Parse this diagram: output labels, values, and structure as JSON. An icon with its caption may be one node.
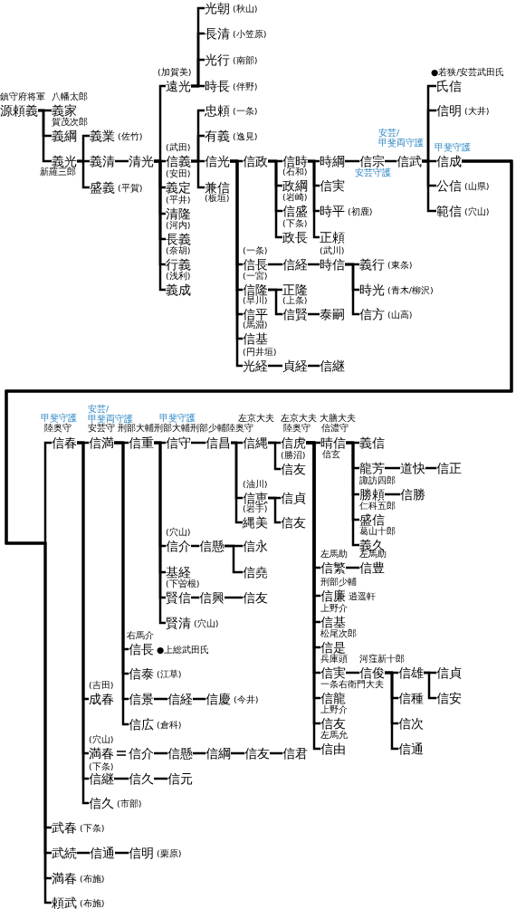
{
  "diagram": {
    "nodes": [
      {
        "text": [
          "源頼義"
        ],
        "beside": [
          "鎮守府将軍"
        ]
      },
      {
        "text": [
          "義家"
        ],
        "beside": [
          "八幡太郎"
        ]
      },
      {
        "text": [
          "義綱"
        ],
        "beside": [
          "賀茂次郎"
        ]
      },
      {
        "text": [
          "義光"
        ],
        "beside": [
          "新羅三郎"
        ]
      },
      {
        "text": [
          "義業"
        ],
        "beside": [
          "(佐竹)"
        ]
      },
      {
        "text": [
          "義清"
        ]
      },
      {
        "text": [
          "盛義"
        ],
        "beside": [
          "(平賀)"
        ]
      },
      {
        "text": [
          "清光"
        ]
      },
      {
        "text": [
          "遠光"
        ],
        "beside": [
          "(加賀美)"
        ]
      },
      {
        "text": [
          "信義"
        ],
        "beside": [
          "(武田)"
        ]
      },
      {
        "text": [
          "義定"
        ],
        "beside": [
          "(安田)"
        ]
      },
      {
        "text": [
          "清隆"
        ],
        "beside": [
          "(平井)"
        ]
      },
      {
        "text": [
          "長義"
        ],
        "beside": [
          "(河内)"
        ]
      },
      {
        "text": [
          "行義"
        ],
        "beside": [
          "(奈胡)"
        ]
      },
      {
        "text": [
          "義成"
        ],
        "beside": [
          "(浅利)"
        ]
      },
      {
        "text": [
          "光朝"
        ],
        "beside": [
          "(秋山)"
        ]
      },
      {
        "text": [
          "長清"
        ],
        "beside": [
          "(小笠原)"
        ]
      },
      {
        "text": [
          "光行"
        ],
        "beside": [
          "(南部)"
        ]
      },
      {
        "text": [
          "時長"
        ],
        "beside": [
          "(伴野)"
        ]
      },
      {
        "text": [
          "忠頼"
        ],
        "beside": [
          "(一条)"
        ]
      },
      {
        "text": [
          "有義"
        ],
        "beside": [
          "(逸見)"
        ]
      },
      {
        "text": [
          "信光"
        ]
      },
      {
        "text": [
          "兼信"
        ],
        "beside": [
          "(板垣)"
        ]
      },
      {
        "text": [
          "信政"
        ]
      },
      {
        "text": [
          "信長"
        ],
        "beside": [
          "(一条)"
        ]
      },
      {
        "text": [
          "信隆"
        ],
        "beside": [
          "(一宮)"
        ]
      },
      {
        "text": [
          "信平"
        ],
        "beside": [
          "(早川)"
        ]
      },
      {
        "text": [
          "信基"
        ],
        "beside": [
          "(馬淵)"
        ]
      },
      {
        "text": [
          "光経"
        ],
        "beside": [
          "(円井垣)"
        ]
      },
      {
        "text": [
          "信時"
        ]
      },
      {
        "text": [
          "政綱"
        ],
        "beside": [
          "(石和)"
        ]
      },
      {
        "text": [
          "信盛"
        ],
        "beside": [
          "(岩崎)"
        ]
      },
      {
        "text": [
          "政長"
        ],
        "beside": [
          "(下条)"
        ]
      },
      {
        "text": [
          "時綱"
        ]
      },
      {
        "text": [
          "信実"
        ]
      },
      {
        "text": [
          "時平"
        ],
        "beside": [
          "(初鹿)"
        ]
      },
      {
        "text": [
          "正頼"
        ]
      },
      {
        "text": [
          "信宗"
        ],
        "beside": [
          "安芸守護"
        ]
      },
      {
        "text": [
          "信武"
        ],
        "beside": [
          "安芸/甲斐両守護"
        ]
      },
      {
        "text": [
          "氏信"
        ],
        "beside": [
          "●若狭/安芸武田氏"
        ]
      },
      {
        "text": [
          "信明"
        ],
        "beside": [
          "(大井)"
        ]
      },
      {
        "text": [
          "信成"
        ],
        "beside": [
          "甲斐守護"
        ]
      },
      {
        "text": [
          "公信"
        ],
        "beside": [
          "(山県)"
        ]
      },
      {
        "text": [
          "範信"
        ],
        "beside": [
          "(穴山)"
        ]
      },
      {
        "text": [
          "信経"
        ]
      },
      {
        "text": [
          "時信"
        ],
        "beside": [
          "(武川)"
        ]
      },
      {
        "text": [
          "義行"
        ],
        "beside": [
          "(東条)"
        ]
      },
      {
        "text": [
          "時光"
        ],
        "beside": [
          "(青木/柳沢)"
        ]
      },
      {
        "text": [
          "信方"
        ],
        "beside": [
          "(山高)"
        ]
      },
      {
        "text": [
          "正隆"
        ]
      },
      {
        "text": [
          "信賢"
        ],
        "beside": [
          "(上条)"
        ]
      },
      {
        "text": [
          "泰嗣"
        ]
      },
      {
        "text": [
          "貞経"
        ]
      },
      {
        "text": [
          "信継"
        ]
      },
      {
        "text": [
          "信春"
        ],
        "beside": [
          "甲斐守護",
          "陸奥守"
        ]
      },
      {
        "text": [
          "信満"
        ],
        "beside": [
          "安芸/甲斐両守護",
          "安芸守"
        ]
      },
      {
        "text": [
          "信重"
        ],
        "beside": [
          "刑部大輔"
        ]
      },
      {
        "text": [
          "信守"
        ],
        "beside": [
          "甲斐守護",
          "刑部大輔"
        ]
      },
      {
        "text": [
          "信昌"
        ],
        "beside": [
          "刑部少輔"
        ]
      },
      {
        "text": [
          "信縄"
        ],
        "beside": [
          "左京大夫",
          "陸奥守"
        ]
      },
      {
        "text": [
          "信虎"
        ],
        "beside": [
          "左京大夫",
          "陸奥守"
        ]
      },
      {
        "text": [
          "晴信"
        ],
        "beside": [
          "大膳大夫",
          "信濃守",
          "信玄"
        ]
      },
      {
        "text": [
          "義信"
        ]
      },
      {
        "text": [
          "龍芳"
        ]
      },
      {
        "text": [
          "道快"
        ]
      },
      {
        "text": [
          "信正"
        ]
      },
      {
        "text": [
          "勝頼"
        ],
        "beside": [
          "諏訪四郎"
        ]
      },
      {
        "text": [
          "信勝"
        ]
      },
      {
        "text": [
          "盛信"
        ],
        "beside": [
          "仁科五郎"
        ]
      },
      {
        "text": [
          "義久"
        ],
        "beside": [
          "葛山十郎"
        ]
      },
      {
        "text": [
          "信友"
        ],
        "beside": [
          "(勝沼)"
        ]
      },
      {
        "text": [
          "信恵"
        ],
        "beside": [
          "(油川)"
        ]
      },
      {
        "text": [
          "信貞"
        ]
      },
      {
        "text": [
          "縄美"
        ],
        "beside": [
          "(岩手)"
        ]
      },
      {
        "text": [
          "信友"
        ]
      },
      {
        "text": [
          "信介"
        ],
        "beside": [
          "(穴山)"
        ]
      },
      {
        "text": [
          "信懸"
        ]
      },
      {
        "text": [
          "信永"
        ]
      },
      {
        "text": [
          "信堯"
        ]
      },
      {
        "text": [
          "基経"
        ]
      },
      {
        "text": [
          "賢信"
        ],
        "beside": [
          "(下曽根)"
        ]
      },
      {
        "text": [
          "信興"
        ]
      },
      {
        "text": [
          "信友"
        ]
      },
      {
        "text": [
          "賢清"
        ],
        "beside": [
          "(穴山)"
        ]
      },
      {
        "text": [
          "信繁"
        ],
        "beside": [
          "左馬助"
        ]
      },
      {
        "text": [
          "信豊"
        ],
        "beside": [
          "左馬助"
        ]
      },
      {
        "text": [
          "信廉"
        ],
        "beside": [
          "刑部少輔",
          "逍遥軒"
        ]
      },
      {
        "text": [
          "信基"
        ],
        "beside": [
          "上野介"
        ]
      },
      {
        "text": [
          "信是"
        ],
        "beside": [
          "松尾次郎"
        ]
      },
      {
        "text": [
          "信実"
        ],
        "beside": [
          "兵庫頭"
        ]
      },
      {
        "text": [
          "信俊"
        ],
        "beside": [
          "河窪新十郎"
        ]
      },
      {
        "text": [
          "信雄"
        ]
      },
      {
        "text": [
          "信貞"
        ]
      },
      {
        "text": [
          "信安"
        ]
      },
      {
        "text": [
          "信種"
        ]
      },
      {
        "text": [
          "信龍"
        ],
        "beside": [
          "一条右衛門大夫"
        ]
      },
      {
        "text": [
          "信友"
        ],
        "beside": [
          "上野介"
        ]
      },
      {
        "text": [
          "信次"
        ]
      },
      {
        "text": [
          "信由"
        ],
        "beside": [
          "左馬允"
        ]
      },
      {
        "text": [
          "信通"
        ]
      },
      {
        "text": [
          "信長"
        ],
        "beside": [
          "右馬介",
          "●上総武田氏"
        ]
      },
      {
        "text": [
          "信泰"
        ],
        "beside": [
          "(江草)"
        ]
      },
      {
        "text": [
          "成春"
        ],
        "beside": [
          "(吉田)"
        ]
      },
      {
        "text": [
          "信景"
        ]
      },
      {
        "text": [
          "信経"
        ]
      },
      {
        "text": [
          "信慶"
        ],
        "beside": [
          "(今井)"
        ]
      },
      {
        "text": [
          "信広"
        ],
        "beside": [
          "(倉科)"
        ]
      },
      {
        "text": [
          "満春"
        ],
        "beside": [
          "(穴山)"
        ]
      },
      {
        "text": [
          "信介"
        ]
      },
      {
        "text": [
          "信懸"
        ]
      },
      {
        "text": [
          "信綱"
        ]
      },
      {
        "text": [
          "信友"
        ]
      },
      {
        "text": [
          "信君"
        ]
      },
      {
        "text": [
          "信継"
        ],
        "beside": [
          "(下条)"
        ]
      },
      {
        "text": [
          "信久"
        ]
      },
      {
        "text": [
          "信元"
        ]
      },
      {
        "text": [
          "信久"
        ],
        "beside": [
          "(市部)"
        ]
      },
      {
        "text": [
          "武春"
        ],
        "beside": [
          "(下条)"
        ]
      },
      {
        "text": [
          "武続"
        ]
      },
      {
        "text": [
          "信通"
        ]
      },
      {
        "text": [
          "信明"
        ],
        "beside": [
          "(栗原)"
        ]
      },
      {
        "text": [
          "満春"
        ],
        "beside": [
          "(布施)"
        ]
      },
      {
        "text": [
          "頼武"
        ],
        "beside": [
          "(布施)"
        ]
      }
    ],
    "edges": [
      {
        "from": 0,
        "to": 1,
        "arrow": "none"
      },
      {
        "from": 0,
        "to": 2,
        "arrow": "none"
      },
      {
        "from": 0,
        "to": 3,
        "arrow": "none"
      },
      {
        "from": 3,
        "to": 4,
        "arrow": "none"
      },
      {
        "from": 3,
        "to": 5,
        "arrow": "none"
      },
      {
        "from": 3,
        "to": 6,
        "arrow": "none"
      },
      {
        "from": 5,
        "to": 7,
        "arrow": "none"
      },
      {
        "from": 7,
        "to": 8,
        "arrow": "none"
      },
      {
        "from": 7,
        "to": 9,
        "arrow": "none"
      },
      {
        "from": 7,
        "to": 10,
        "arrow": "none"
      },
      {
        "from": 7,
        "to": 11,
        "arrow": "none"
      },
      {
        "from": 7,
        "to": 12,
        "arrow": "none"
      },
      {
        "from": 7,
        "to": 13,
        "arrow": "none"
      },
      {
        "from": 7,
        "to": 14,
        "arrow": "none"
      },
      {
        "from": 8,
        "to": 15,
        "arrow": "none"
      },
      {
        "from": 8,
        "to": 16,
        "arrow": "none"
      },
      {
        "from": 8,
        "to": 17,
        "arrow": "none"
      },
      {
        "from": 8,
        "to": 18,
        "arrow": "none"
      },
      {
        "from": 9,
        "to": 19,
        "arrow": "none"
      },
      {
        "from": 9,
        "to": 20,
        "arrow": "none"
      },
      {
        "from": 9,
        "to": 21,
        "arrow": "none"
      },
      {
        "from": 9,
        "to": 22,
        "arrow": "none"
      },
      {
        "from": 21,
        "to": 23,
        "arrow": "none"
      },
      {
        "from": 21,
        "to": 24,
        "arrow": "none"
      },
      {
        "from": 21,
        "to": 25,
        "arrow": "none"
      },
      {
        "from": 21,
        "to": 26,
        "arrow": "none"
      },
      {
        "from": 21,
        "to": 27,
        "arrow": "none"
      },
      {
        "from": 21,
        "to": 28,
        "arrow": "none"
      },
      {
        "from": 23,
        "to": 29,
        "arrow": "none"
      },
      {
        "from": 23,
        "to": 30,
        "arrow": "none"
      },
      {
        "from": 23,
        "to": 31,
        "arrow": "none"
      },
      {
        "from": 23,
        "to": 32,
        "arrow": "none"
      },
      {
        "from": 29,
        "to": 33,
        "arrow": "none"
      },
      {
        "from": 29,
        "to": 34,
        "arrow": "none"
      },
      {
        "from": 29,
        "to": 35,
        "arrow": "none"
      },
      {
        "from": 29,
        "to": 36,
        "arrow": "none"
      },
      {
        "from": 33,
        "to": 37,
        "arrow": "none"
      },
      {
        "from": 37,
        "to": 38,
        "arrow": "none"
      },
      {
        "from": 38,
        "to": 39,
        "arrow": "none"
      },
      {
        "from": 38,
        "to": 40,
        "arrow": "none"
      },
      {
        "from": 38,
        "to": 41,
        "arrow": "none"
      },
      {
        "from": 38,
        "to": 42,
        "arrow": "none"
      },
      {
        "from": 38,
        "to": 43,
        "arrow": "none"
      },
      {
        "from": 24,
        "to": 44,
        "arrow": "none"
      },
      {
        "from": 44,
        "to": 45,
        "arrow": "none"
      },
      {
        "from": 45,
        "to": 46,
        "arrow": "none"
      },
      {
        "from": 45,
        "to": 47,
        "arrow": "none"
      },
      {
        "from": 45,
        "to": 48,
        "arrow": "none"
      },
      {
        "from": 25,
        "to": 49,
        "arrow": "none"
      },
      {
        "from": 25,
        "to": 50,
        "arrow": "none"
      },
      {
        "from": 50,
        "to": 51,
        "arrow": "none"
      },
      {
        "from": 28,
        "to": 52,
        "arrow": "none"
      },
      {
        "from": 52,
        "to": 53,
        "arrow": "none"
      },
      {
        "from": 41,
        "to": 54,
        "arrow": "none"
      },
      {
        "from": 41,
        "to": 117,
        "arrow": "none"
      },
      {
        "from": 41,
        "to": 118,
        "arrow": "none"
      },
      {
        "from": 41,
        "to": 121,
        "arrow": "none"
      },
      {
        "from": 41,
        "to": 122,
        "arrow": "none"
      },
      {
        "from": 54,
        "to": 55,
        "arrow": "none"
      },
      {
        "from": 54,
        "to": 102,
        "arrow": "none"
      },
      {
        "from": 54,
        "to": 107,
        "arrow": "none"
      },
      {
        "from": 54,
        "to": 113,
        "arrow": "none"
      },
      {
        "from": 54,
        "to": 116,
        "arrow": "none"
      },
      {
        "from": 55,
        "to": 56,
        "arrow": "none"
      },
      {
        "from": 55,
        "to": 100,
        "arrow": "none"
      },
      {
        "from": 55,
        "to": 101,
        "arrow": "none"
      },
      {
        "from": 55,
        "to": 103,
        "arrow": "none"
      },
      {
        "from": 55,
        "to": 106,
        "arrow": "none"
      },
      {
        "from": 56,
        "to": 57,
        "arrow": "none"
      },
      {
        "from": 56,
        "to": 75,
        "arrow": "none"
      },
      {
        "from": 56,
        "to": 79,
        "arrow": "none"
      },
      {
        "from": 56,
        "to": 80,
        "arrow": "none"
      },
      {
        "from": 56,
        "to": 83,
        "arrow": "none"
      },
      {
        "from": 57,
        "to": 58,
        "arrow": "none"
      },
      {
        "from": 58,
        "to": 59,
        "arrow": "none"
      },
      {
        "from": 58,
        "to": 71,
        "arrow": "none"
      },
      {
        "from": 58,
        "to": 73,
        "arrow": "none"
      },
      {
        "from": 59,
        "to": 60,
        "arrow": "none"
      },
      {
        "from": 59,
        "to": 70,
        "arrow": "none"
      },
      {
        "from": 60,
        "to": 61,
        "arrow": "none"
      },
      {
        "from": 60,
        "to": 84,
        "arrow": "none"
      },
      {
        "from": 60,
        "to": 86,
        "arrow": "none"
      },
      {
        "from": 60,
        "to": 87,
        "arrow": "none"
      },
      {
        "from": 60,
        "to": 88,
        "arrow": "none"
      },
      {
        "from": 60,
        "to": 89,
        "arrow": "none"
      },
      {
        "from": 60,
        "to": 95,
        "arrow": "none"
      },
      {
        "from": 60,
        "to": 96,
        "arrow": "none"
      },
      {
        "from": 60,
        "to": 98,
        "arrow": "none"
      },
      {
        "from": 61,
        "to": 62,
        "arrow": "none"
      },
      {
        "from": 61,
        "to": 63,
        "arrow": "none"
      },
      {
        "from": 61,
        "to": 66,
        "arrow": "none"
      },
      {
        "from": 61,
        "to": 68,
        "arrow": "none"
      },
      {
        "from": 61,
        "to": 69,
        "arrow": "none"
      },
      {
        "from": 63,
        "to": 64,
        "arrow": "none"
      },
      {
        "from": 64,
        "to": 65,
        "arrow": "none"
      },
      {
        "from": 66,
        "to": 67,
        "arrow": "none"
      },
      {
        "from": 84,
        "to": 85,
        "arrow": "none"
      },
      {
        "from": 89,
        "to": 90,
        "arrow": "none"
      },
      {
        "from": 90,
        "to": 91,
        "arrow": "none"
      },
      {
        "from": 90,
        "to": 94,
        "arrow": "none"
      },
      {
        "from": 90,
        "to": 97,
        "arrow": "none"
      },
      {
        "from": 90,
        "to": 99,
        "arrow": "none"
      },
      {
        "from": 91,
        "to": 92,
        "arrow": "none"
      },
      {
        "from": 91,
        "to": 93,
        "arrow": "none"
      },
      {
        "from": 71,
        "to": 72,
        "arrow": "none"
      },
      {
        "from": 71,
        "to": 74,
        "arrow": "none"
      },
      {
        "from": 75,
        "to": 76,
        "arrow": "none"
      },
      {
        "from": 76,
        "to": 77,
        "arrow": "none"
      },
      {
        "from": 76,
        "to": 78,
        "arrow": "none"
      },
      {
        "from": 80,
        "to": 81,
        "arrow": "none"
      },
      {
        "from": 81,
        "to": 82,
        "arrow": "none"
      },
      {
        "from": 103,
        "to": 104,
        "arrow": "none"
      },
      {
        "from": 104,
        "to": 105,
        "arrow": "none"
      },
      {
        "from": 107,
        "to": 108,
        "arrow": "none"
      },
      {
        "from": 108,
        "to": 109,
        "arrow": "none"
      },
      {
        "from": 109,
        "to": 110,
        "arrow": "none"
      },
      {
        "from": 110,
        "to": 111,
        "arrow": "none"
      },
      {
        "from": 111,
        "to": 112,
        "arrow": "none"
      },
      {
        "from": 113,
        "to": 114,
        "arrow": "none"
      },
      {
        "from": 114,
        "to": 115,
        "arrow": "none"
      },
      {
        "from": 118,
        "to": 119,
        "arrow": "none"
      },
      {
        "from": 119,
        "to": 120,
        "arrow": "none"
      }
    ]
  }
}
